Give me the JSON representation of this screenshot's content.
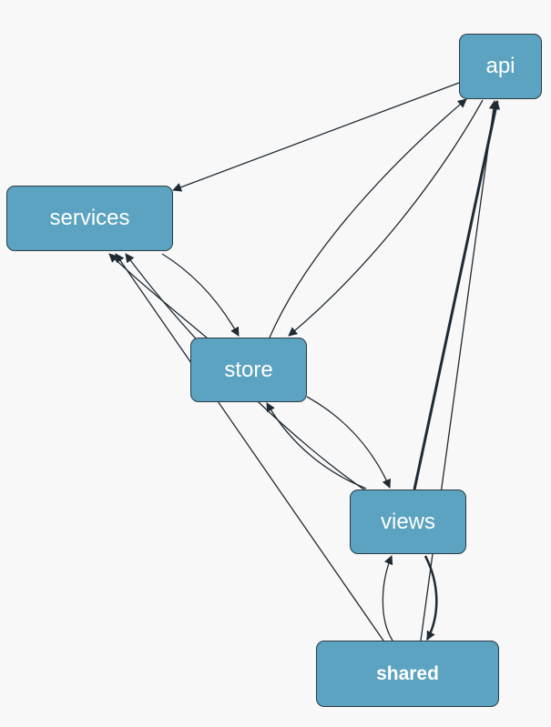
{
  "colors": {
    "background": "#f8f8f8",
    "node_fill": "#5ba3c0",
    "node_border": "#2d3a44",
    "edge": "#1f2a33",
    "label": "#ffffff"
  },
  "nodes": {
    "api": {
      "label": "api"
    },
    "services": {
      "label": "services"
    },
    "store": {
      "label": "store"
    },
    "views": {
      "label": "views"
    },
    "shared": {
      "label": "shared"
    }
  },
  "edges": [
    {
      "from": "api",
      "to": "services"
    },
    {
      "from": "store",
      "to": "services"
    },
    {
      "from": "services",
      "to": "store"
    },
    {
      "from": "views",
      "to": "services"
    },
    {
      "from": "shared",
      "to": "services"
    },
    {
      "from": "store",
      "to": "api"
    },
    {
      "from": "api",
      "to": "store"
    },
    {
      "from": "views",
      "to": "api"
    },
    {
      "from": "shared",
      "to": "api"
    },
    {
      "from": "views",
      "to": "store"
    },
    {
      "from": "store",
      "to": "views"
    },
    {
      "from": "shared",
      "to": "views"
    },
    {
      "from": "views",
      "to": "shared"
    }
  ]
}
